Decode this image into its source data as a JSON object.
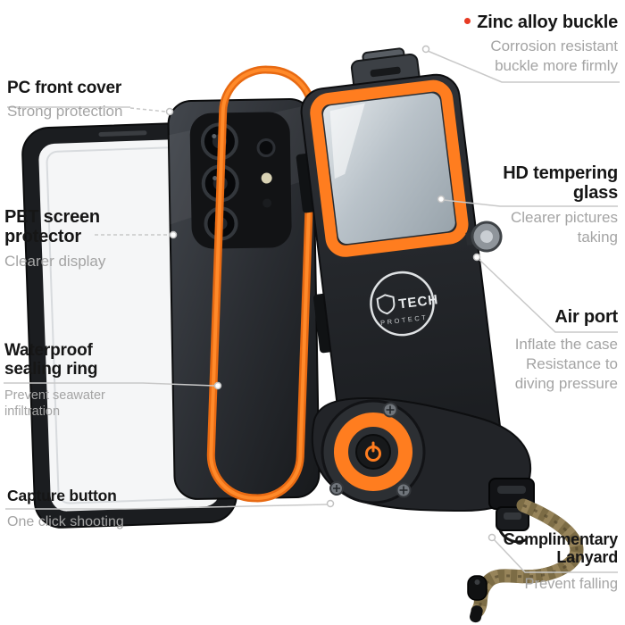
{
  "brand": {
    "name_top": "TECH",
    "name_bottom": "PROTECT"
  },
  "callouts": {
    "zinc_buckle": {
      "title": "Zinc alloy buckle",
      "desc": [
        "Corrosion resistant",
        "buckle more firmly"
      ]
    },
    "pc_front_cover": {
      "title": "PC front cover",
      "desc": [
        "Strong protection"
      ]
    },
    "pet_screen_protector": {
      "title": [
        "PET screen",
        "protector"
      ],
      "desc": [
        "Clearer display"
      ]
    },
    "hd_tempering_glass": {
      "title": [
        "HD tempering",
        "glass"
      ],
      "desc": [
        "Clearer pictures",
        "taking"
      ]
    },
    "air_port": {
      "title": "Air port",
      "desc": [
        "Inflate the case",
        "Resistance to",
        "diving pressure"
      ]
    },
    "waterproof_sealing_ring": {
      "title": [
        "Waterproof",
        "sealing ring"
      ],
      "desc": [
        "Prevent seawater",
        "infiltration"
      ]
    },
    "capture_button": {
      "title": "Capture button",
      "desc": [
        "One click shooting"
      ]
    },
    "complimentary_lanyard": {
      "title": [
        "Complimentary",
        "Lanyard"
      ],
      "desc": [
        "Prevent falling"
      ]
    }
  },
  "colors": {
    "accent_orange": "#ff7d1f",
    "marker_red": "#e73a23",
    "title_text": "#161616",
    "desc_text": "#a4a4a4",
    "leader_line": "#c8c8c8",
    "case_black": "#1b1d20",
    "lanyard_olive": "#7c6c45",
    "background": "#ffffff"
  }
}
